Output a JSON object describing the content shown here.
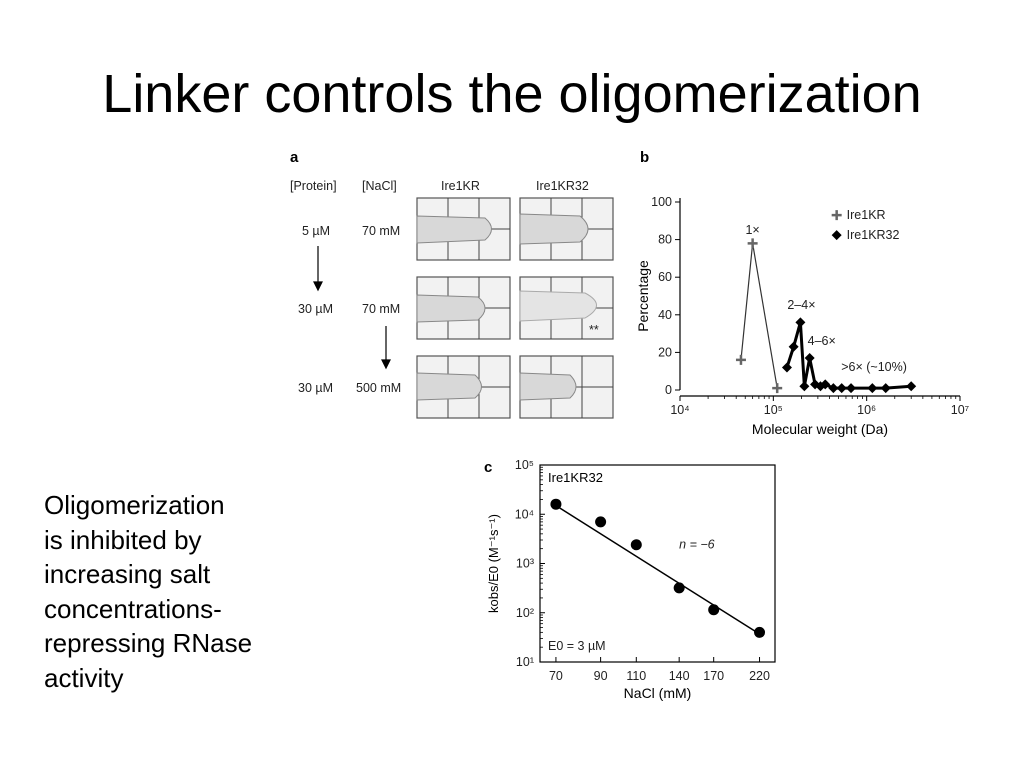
{
  "slide": {
    "title": "Linker controls the oligomerization",
    "body_lines": [
      "Oligomerization",
      "is inhibited by",
      "increasing salt",
      "concentrations-",
      "repressing RNase",
      "activity"
    ]
  },
  "panel_a": {
    "label": "a",
    "col_headers": [
      "[Protein]",
      "[NaCl]",
      "Ire1KR",
      "Ire1KR32"
    ],
    "rows": [
      {
        "protein": "5 µM",
        "nacl": "70 mM",
        "mark": ""
      },
      {
        "protein": "30 µM",
        "nacl": "70 mM",
        "mark": "**"
      },
      {
        "protein": "30 µM",
        "nacl": "500 mM",
        "mark": ""
      }
    ]
  },
  "chart_data": [
    {
      "panel_label": "b",
      "type": "line",
      "xlabel": "Molecular weight (Da)",
      "ylabel": "Percentage",
      "xscale": "log",
      "xlim": [
        10000,
        10000000
      ],
      "ylim": [
        0,
        100
      ],
      "x_ticks": [
        "10⁴",
        "10⁵",
        "10⁶",
        "10⁷"
      ],
      "y_ticks": [
        "0",
        "20",
        "40",
        "60",
        "80",
        "100"
      ],
      "legend_position": "top-right",
      "series": [
        {
          "name": "Ire1KR",
          "marker": "plus",
          "x": [
            45000,
            60000,
            110000
          ],
          "y": [
            16,
            78,
            1
          ]
        },
        {
          "name": "Ire1KR32",
          "marker": "diamond",
          "x": [
            140000,
            165000,
            195000,
            215000,
            245000,
            280000,
            320000,
            360000,
            440000,
            540000,
            680000,
            1150000,
            1600000,
            3000000
          ],
          "y": [
            12,
            23,
            36,
            2,
            17,
            3,
            2,
            3,
            1,
            1,
            1,
            1,
            1,
            2
          ]
        }
      ],
      "annotations": [
        "1×",
        "2–4×",
        "4–6×",
        ">6× (~10%)"
      ]
    },
    {
      "panel_label": "c",
      "type": "scatter",
      "panel_title": "Ire1KR32",
      "xlabel": "NaCl (mM)",
      "ylabel": "kobs/E0 (M⁻¹s⁻¹)",
      "xscale": "log",
      "yscale": "log",
      "x_ticks": [
        "70",
        "90",
        "110",
        "140",
        "170",
        "220"
      ],
      "y_ticks": [
        "10¹",
        "10²",
        "10³",
        "10⁴",
        "10⁵"
      ],
      "ylim": [
        10,
        100000
      ],
      "points": {
        "x": [
          70,
          90,
          110,
          140,
          170,
          220
        ],
        "y": [
          16000,
          7000,
          2400,
          320,
          115,
          40
        ]
      },
      "fit_line": {
        "x": [
          70,
          220
        ],
        "y": [
          15000,
          37
        ]
      },
      "annotations": [
        "n = −6",
        "E0 = 3 µM"
      ]
    }
  ]
}
